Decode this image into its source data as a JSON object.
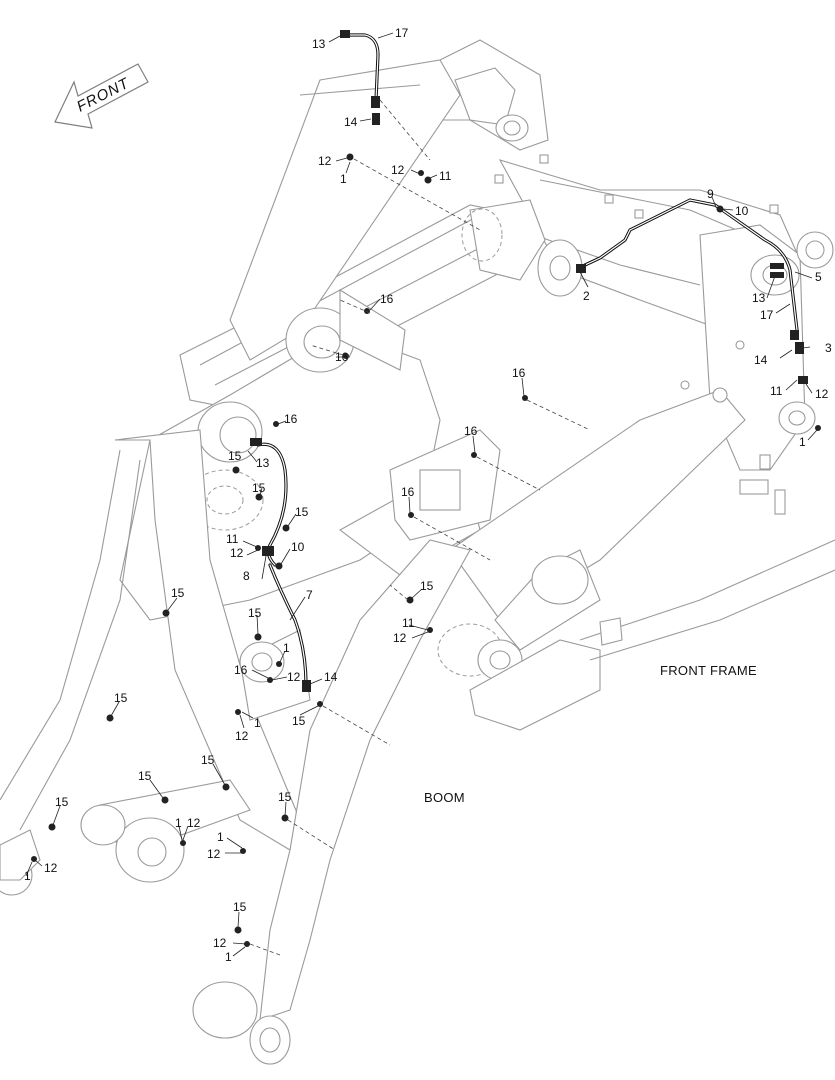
{
  "labels": {
    "front_arrow": "FRONT",
    "front_frame": "FRONT FRAME",
    "boom": "BOOM"
  },
  "callouts": {
    "n1": "1",
    "n2": "2",
    "n3": "3",
    "n5": "5",
    "n7": "7",
    "n8": "8",
    "n9": "9",
    "n10": "10",
    "n11": "11",
    "n12": "12",
    "n13": "13",
    "n14": "14",
    "n15": "15",
    "n16": "16",
    "n17": "17"
  },
  "colors": {
    "line_art": "#9a9a9a",
    "hose": "#111111",
    "background": "#ffffff"
  }
}
